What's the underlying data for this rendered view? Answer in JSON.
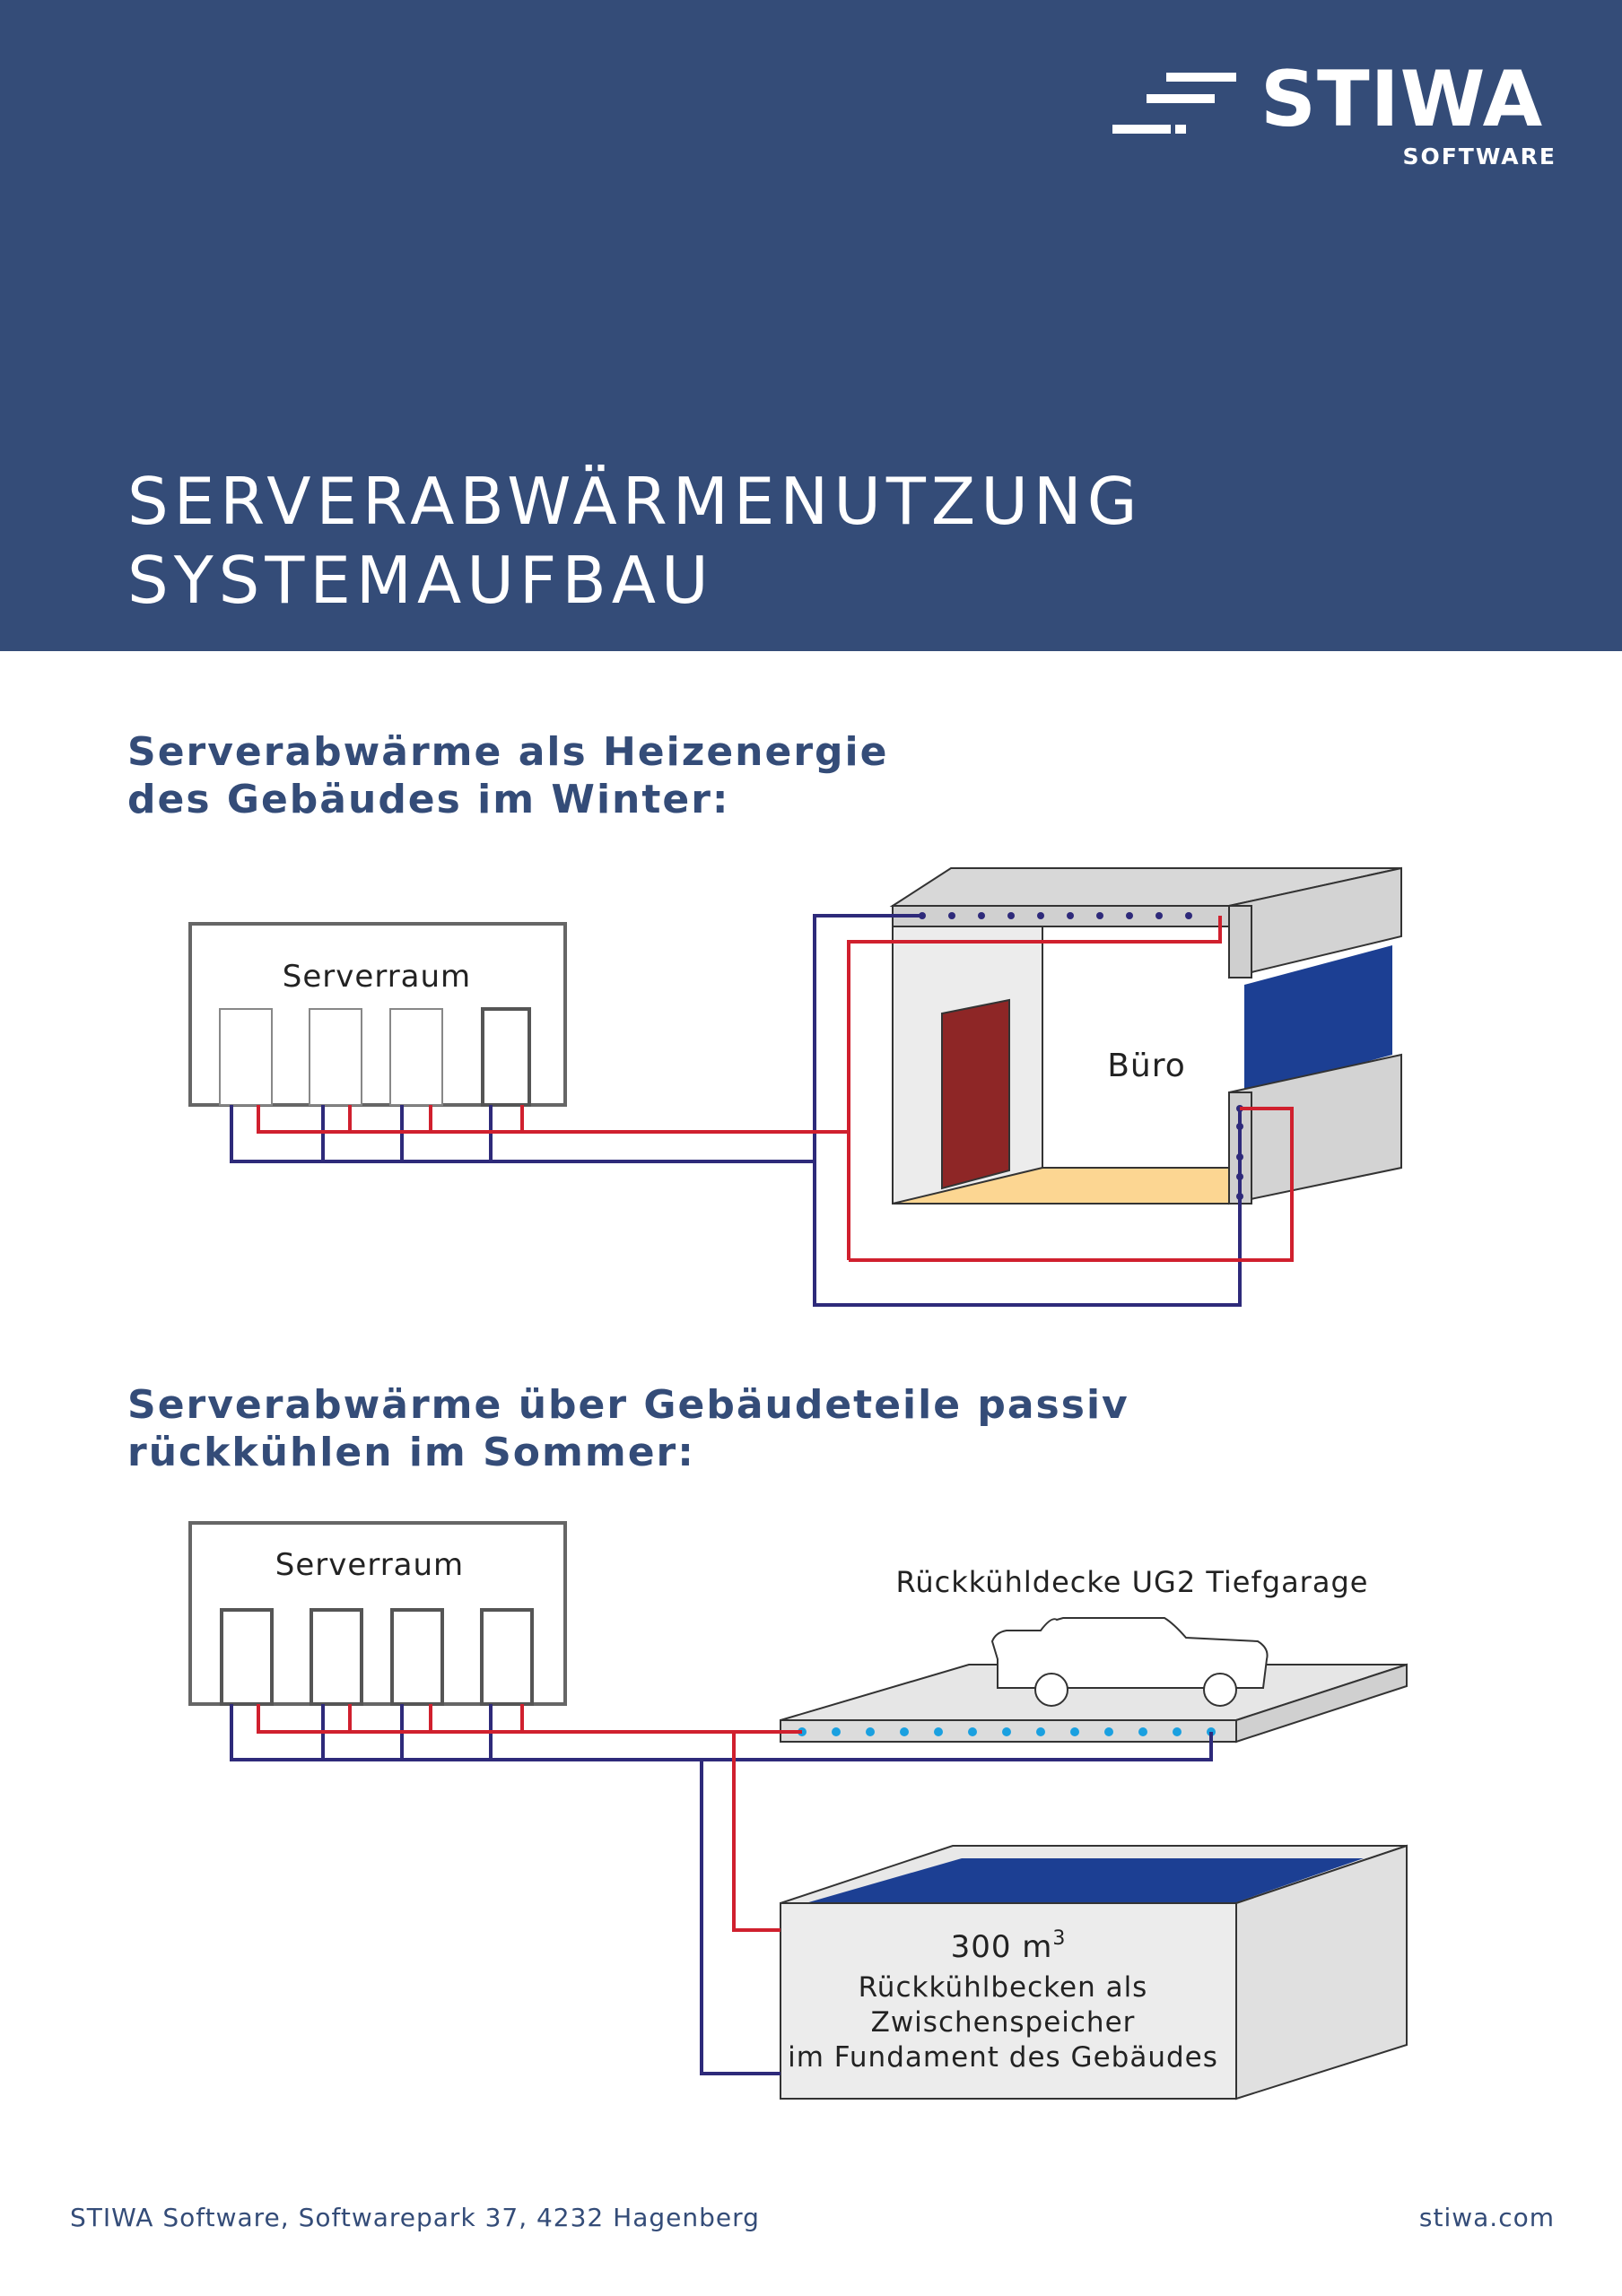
{
  "brand": {
    "name": "STIWA",
    "sub": "SOFTWARE",
    "color": "#344c78"
  },
  "title": {
    "line1": "SERVERABWÄRMENUTZUNG",
    "line2": "SYSTEMAUFBAU"
  },
  "winter": {
    "heading_line1": "Serverabwärme als Heizenergie",
    "heading_line2": "des Gebäudes im Winter:",
    "server_room_label": "Serverraum",
    "office_label": "Büro"
  },
  "summer": {
    "heading_line1": "Serverabwärme über Gebäudeteile passiv",
    "heading_line2": "rückkühlen im Sommer:",
    "server_room_label": "Serverraum",
    "ceiling_label": "Rückkühldecke UG2 Tiefgarage",
    "basin_volume": "300 m",
    "basin_volume_sup": "3",
    "basin_line1": "Rückkühlbecken als",
    "basin_line2": "Zwischenspeicher",
    "basin_line3": "im Fundament des Gebäudes"
  },
  "colors": {
    "supply_line": "#d0202e",
    "return_line": "#2e2a7a",
    "water": "#1c3f93",
    "door": "#8e2626",
    "floor": "#fcd692",
    "cooling_dots": "#1aa0e0"
  },
  "footer": {
    "address": "STIWA Software, Softwarepark 37, 4232 Hagenberg",
    "url": "stiwa.com"
  }
}
